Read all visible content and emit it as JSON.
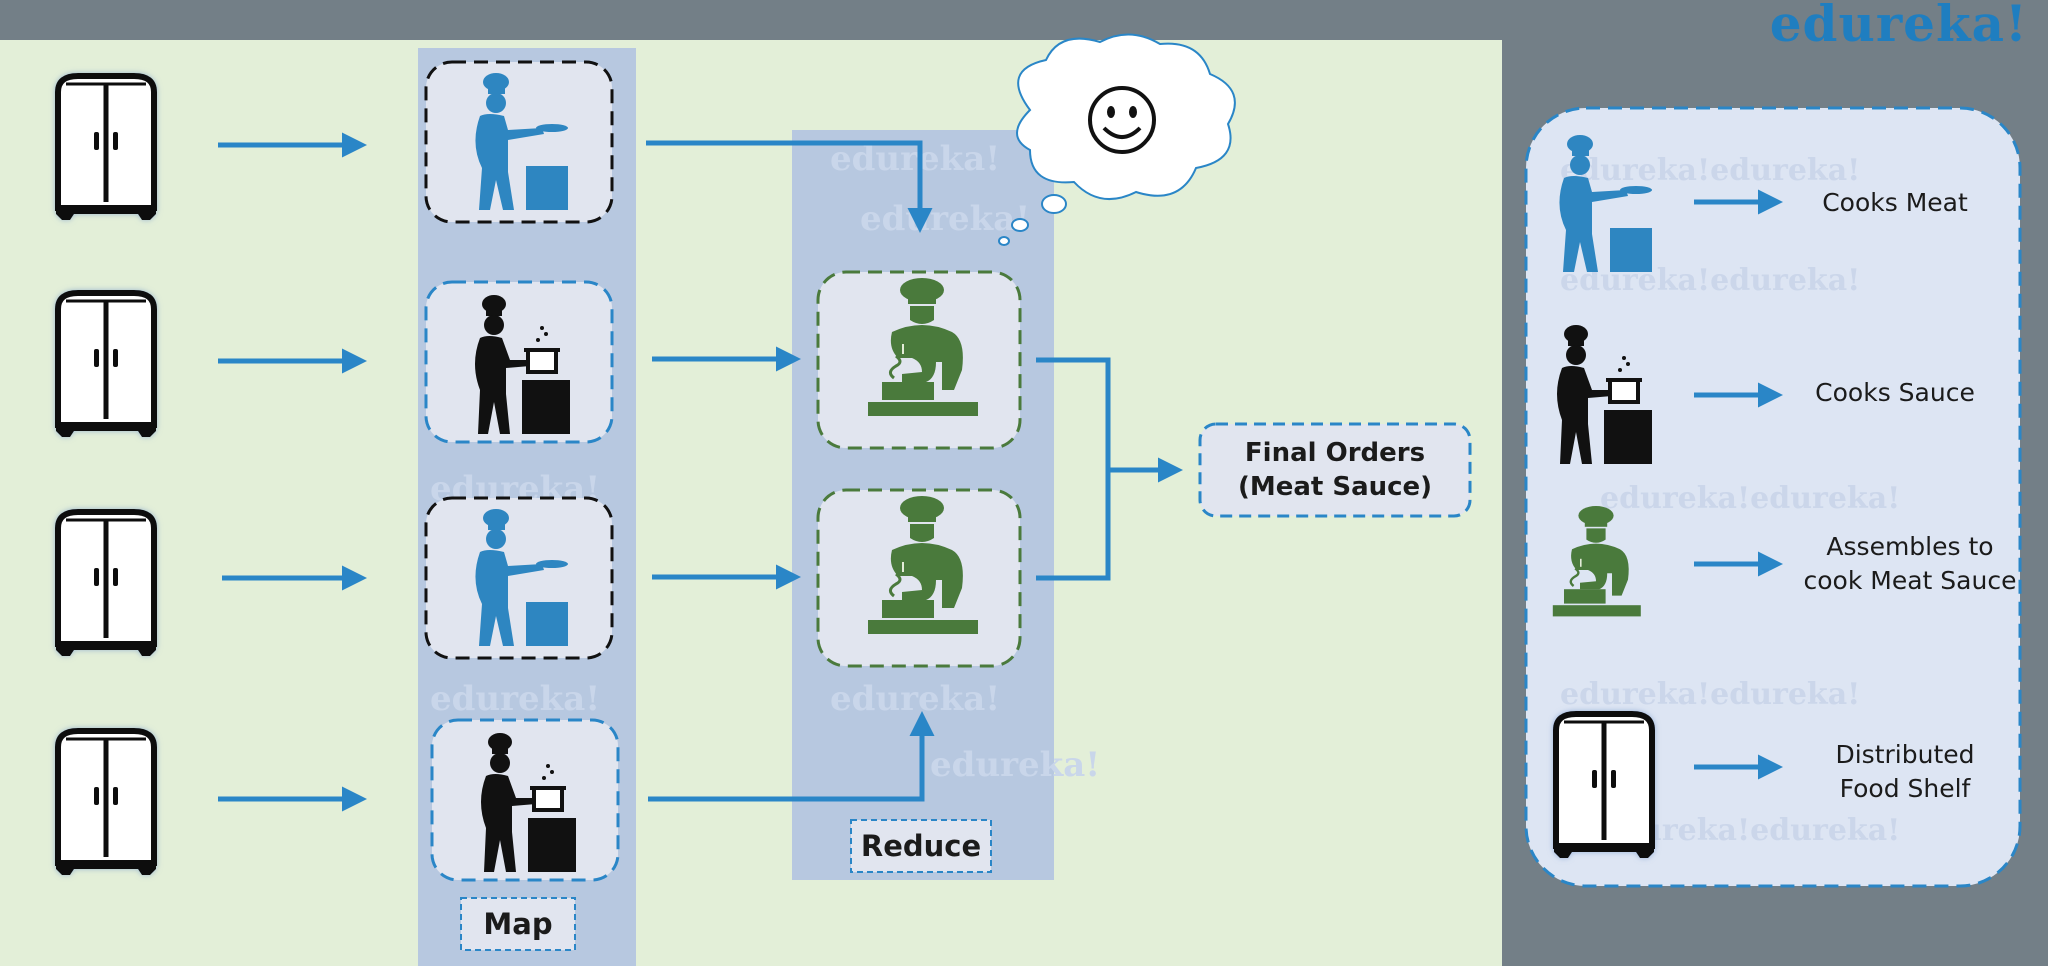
{
  "brand": "edureka!",
  "stages": {
    "map": "Map",
    "reduce": "Reduce"
  },
  "output": {
    "line1": "Final Orders",
    "line2": "(Meat Sauce)"
  },
  "legend": {
    "items": [
      {
        "icon": "chef-meat-icon",
        "lines": [
          "Cooks Meat"
        ]
      },
      {
        "icon": "chef-sauce-icon",
        "lines": [
          "Cooks Sauce"
        ]
      },
      {
        "icon": "head-chef-icon",
        "lines": [
          "Assembles to",
          "cook Meat Sauce"
        ]
      },
      {
        "icon": "food-shelf-icon",
        "lines": [
          "Distributed",
          "Food Shelf"
        ]
      }
    ]
  },
  "thought_bubble": {
    "icon": "smiley-icon"
  },
  "colors": {
    "outer_bg": "#737f87",
    "panel_bg": "#e3efd8",
    "column_bg": "#b7c8e0",
    "legend_bg": "#dde5f3",
    "accent_blue": "#2a86c7",
    "chef_green": "#4a7a3c",
    "chef_blue": "#2e86c1"
  }
}
